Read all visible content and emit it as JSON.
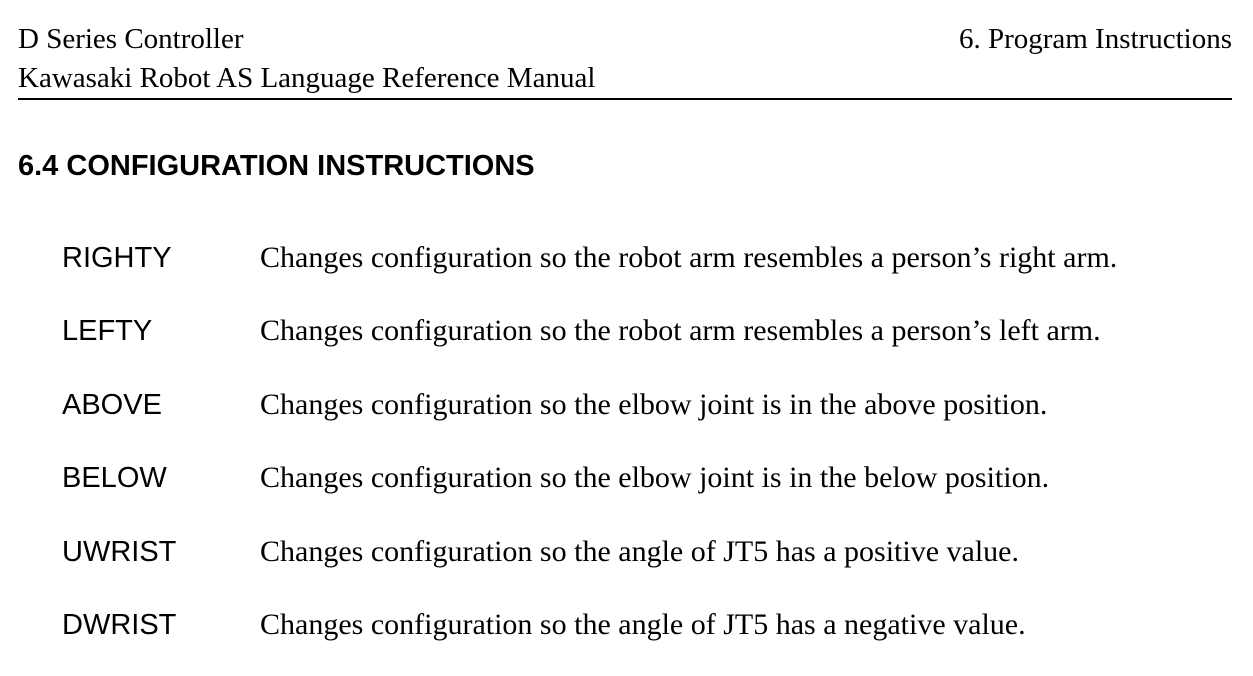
{
  "header": {
    "title_line1": "D Series Controller",
    "title_line2": "Kawasaki Robot AS Language Reference Manual",
    "chapter": "6. Program Instructions"
  },
  "section": {
    "heading": "6.4 CONFIGURATION INSTRUCTIONS"
  },
  "instructions": [
    {
      "name": "RIGHTY",
      "description": "Changes configuration so the robot arm resembles a person’s right arm."
    },
    {
      "name": "LEFTY",
      "description": "Changes configuration so the robot arm resembles a person’s left arm."
    },
    {
      "name": "ABOVE",
      "description": "Changes configuration so the elbow joint is in the above position."
    },
    {
      "name": "BELOW",
      "description": "Changes configuration so the elbow joint is in the below position."
    },
    {
      "name": "UWRIST",
      "description": "Changes configuration so the angle of JT5 has a positive value."
    },
    {
      "name": "DWRIST",
      "description": "Changes configuration so the angle of JT5 has a negative value."
    }
  ]
}
